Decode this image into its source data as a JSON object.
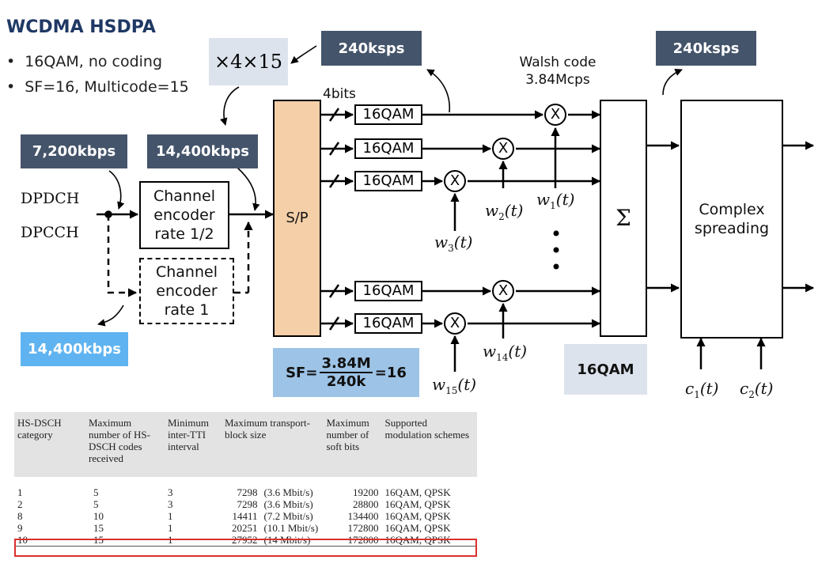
{
  "title": "WCDMA HSDPA",
  "bullets": [
    "16QAM, no coding",
    "SF=16, Multicode=15"
  ],
  "tags": {
    "rate_7200": "7,200kbps",
    "rate_14400_top": "14,400kbps",
    "rate_14400_bottom": "14,400kbps",
    "rate_240_left": "240ksps",
    "rate_240_right": "240ksps",
    "qam_tag": "16QAM"
  },
  "multiplier": "×4×15",
  "inputs": {
    "dpdch": "DPDCH",
    "dpcch": "DPCCH"
  },
  "blocks": {
    "encoder_half": "Channel\nencoder\nrate 1/2",
    "encoder_one": "Channel\nencoder\nrate 1",
    "sp": "S/P",
    "sum": "Σ",
    "spreading": "Complex\nspreading"
  },
  "qam_label": "16QAM",
  "bits_label": "4bits",
  "walsh": {
    "line1": "Walsh code",
    "line2": "3.84Mcps"
  },
  "mult_symbol": "X",
  "walsh_labels": {
    "w1": "1",
    "w2": "2",
    "w3": "3",
    "w14": "14",
    "w15": "15"
  },
  "code_labels": {
    "c1": "1",
    "c2": "2"
  },
  "sf_formula": {
    "prefix": "SF=",
    "numerator": "3.84M",
    "denominator": "240k",
    "result": "=16"
  },
  "table": {
    "headers": [
      "HS-DSCH category",
      "Maximum number of HS-DSCH codes received",
      "Minimum inter-TTI interval",
      "Maximum transport-block size",
      "",
      "Maximum number of soft bits",
      "Supported modulation schemes"
    ],
    "rows": [
      [
        "1",
        "5",
        "3",
        "7298",
        "(3.6 Mbit/s)",
        "19200",
        "16QAM, QPSK"
      ],
      [
        "2",
        "5",
        "3",
        "7298",
        "(3.6 Mbit/s)",
        "28800",
        "16QAM, QPSK"
      ],
      [
        "8",
        "10",
        "1",
        "14411",
        "(7.2 Mbit/s)",
        "134400",
        "16QAM, QPSK"
      ],
      [
        "9",
        "15",
        "1",
        "20251",
        "(10.1 Mbit/s)",
        "172800",
        "16QAM, QPSK"
      ],
      [
        "10",
        "15",
        "1",
        "27952",
        "(14 Mbit/s)",
        "172800",
        "16QAM, QPSK"
      ]
    ]
  },
  "colors": {
    "tag_dark": "#44546a",
    "tag_light": "#5fb3f0",
    "sp_fill": "#f4cfa8",
    "sf_fill": "#9dc3e6",
    "qam_fill": "#dde3ec",
    "highlight": "#d9302e"
  }
}
